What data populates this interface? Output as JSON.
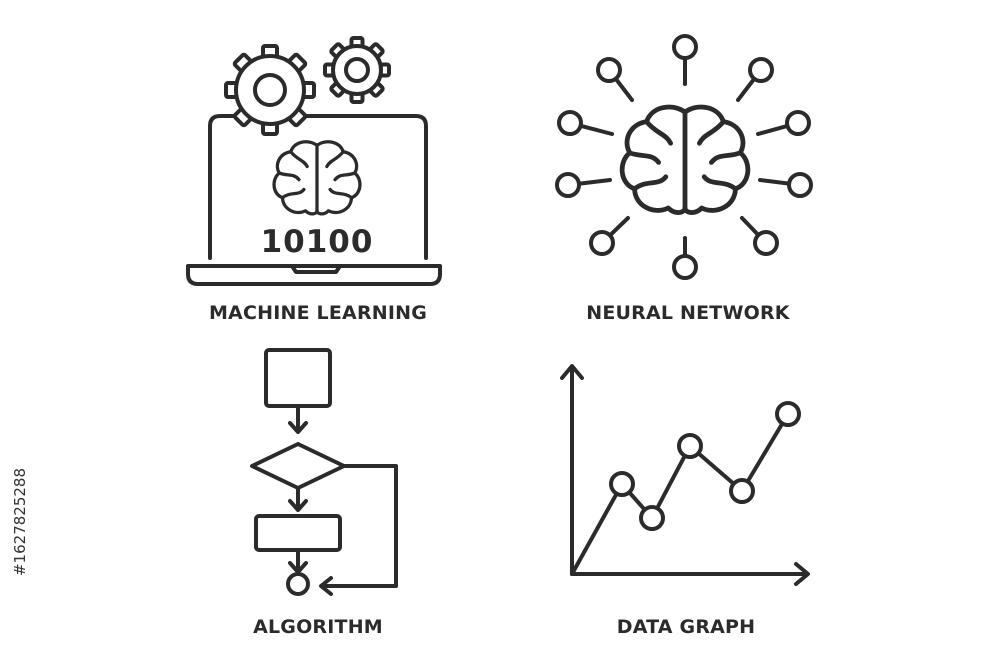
{
  "panels": {
    "machine_learning": {
      "caption": "MACHINE LEARNING",
      "binary_text": "10100"
    },
    "neural_network": {
      "caption": "NEURAL NETWORK"
    },
    "algorithm": {
      "caption": "ALGORITHM"
    },
    "data_graph": {
      "caption": "DATA GRAPH"
    }
  },
  "watermark": {
    "stock_id": "#1627825288"
  },
  "colors": {
    "stroke": "#2b2b2b",
    "background": "#ffffff"
  }
}
